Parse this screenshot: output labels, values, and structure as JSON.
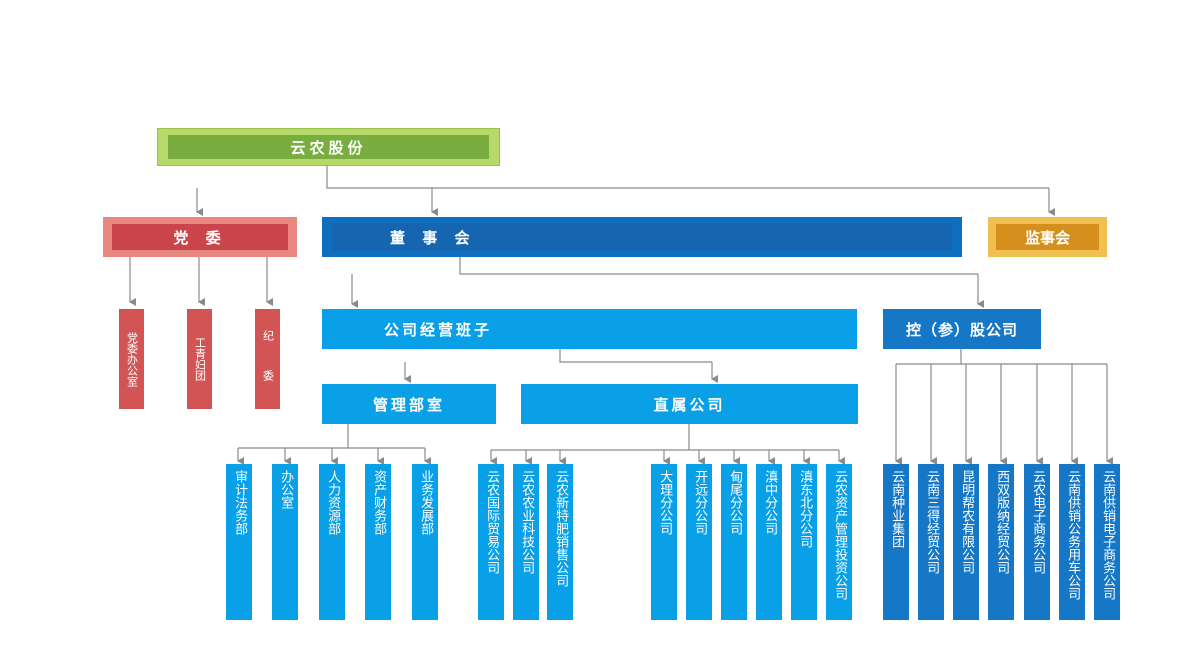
{
  "root": "云农股份",
  "party": {
    "title": "党 委",
    "children": [
      "党委办公室",
      "工青妇团",
      "纪 委"
    ]
  },
  "board": "董 事 会",
  "supervisory": "监事会",
  "management_team": "公司经营班子",
  "holdings": {
    "title": "控（参）股公司",
    "children": [
      "云南种业集团",
      "云南三得经贸公司",
      "昆明帮农有限公司",
      "西双版纳经贸公司",
      "云农电子商务公司",
      "云南供销公务用车公司",
      "云南供销电子商务公司"
    ]
  },
  "mgmt_dept": {
    "title": "管理部室",
    "children": [
      "审计法务部",
      "办公室",
      "人力资源部",
      "资产财务部",
      "业务发展部"
    ]
  },
  "direct_companies": {
    "title": "直属公司",
    "group1": [
      "云农国际贸易公司",
      "云农农业科技公司",
      "云农新特肥销售公司"
    ],
    "group2": [
      "大理分公司",
      "开远分公司",
      "甸尾分公司",
      "滇中分公司",
      "滇东北分公司",
      "云农资产管理投资公司"
    ]
  },
  "colors": {
    "green": "#7cb342",
    "red": "#d35454",
    "blue_dark": "#0f6fbf",
    "blue": "#0aa0e8",
    "gold": "#e3a526",
    "line": "#8a8a8a"
  }
}
